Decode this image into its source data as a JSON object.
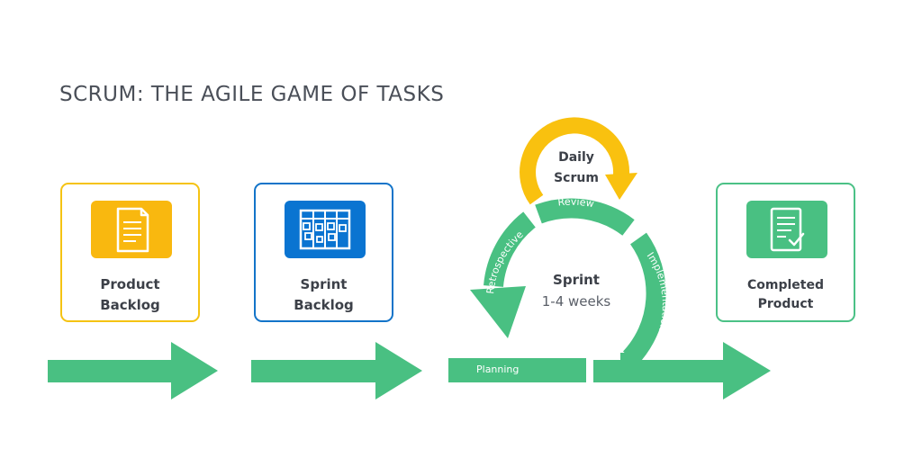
{
  "title": "SCRUM: THE AGILE GAME OF TASKS",
  "cards": {
    "product_backlog": {
      "line1": "Product",
      "line2": "Backlog",
      "icon": "document-icon"
    },
    "sprint_backlog": {
      "line1": "Sprint",
      "line2": "Backlog",
      "icon": "kanban-board-icon"
    },
    "completed_product": {
      "line1": "Completed",
      "line2": "Product",
      "icon": "checklist-icon"
    }
  },
  "sprint": {
    "title": "Sprint",
    "duration": "1-4 weeks"
  },
  "daily_scrum": {
    "line1": "Daily",
    "line2": "Scrum"
  },
  "phases": {
    "review": "Review",
    "implementation": "Implementation",
    "retrospective": "Retrospective",
    "planning": "Planning"
  },
  "colors": {
    "green": "#49c082",
    "yellow": "#f9c10f",
    "blue": "#0a74d1",
    "text": "#3c4048"
  }
}
